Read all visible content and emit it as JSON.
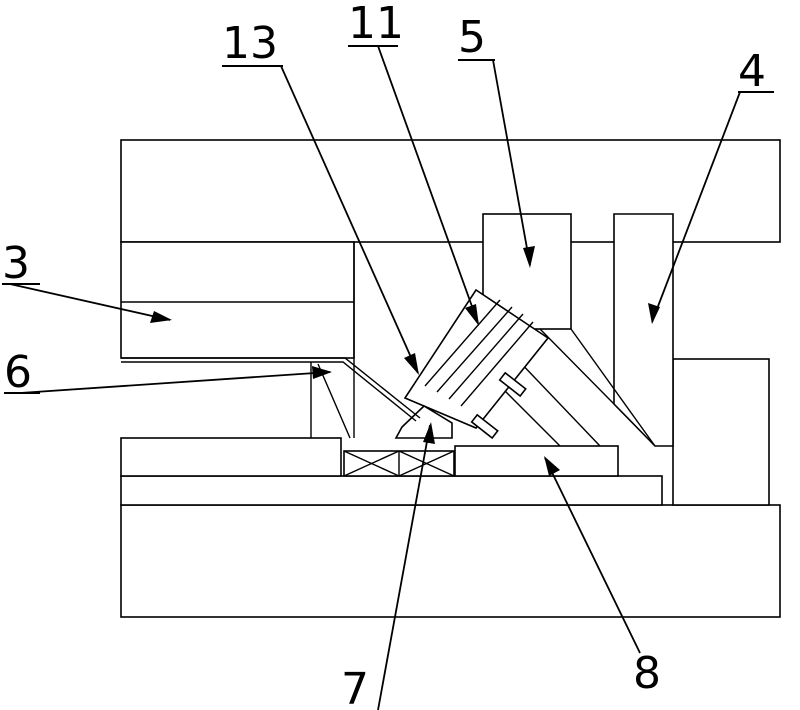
{
  "labels": {
    "l3": "3",
    "l4": "4",
    "l5": "5",
    "l6": "6",
    "l7": "7",
    "l8": "8",
    "l11": "11",
    "l13": "13"
  },
  "colors": {
    "line": "#000000",
    "background": "#ffffff"
  }
}
